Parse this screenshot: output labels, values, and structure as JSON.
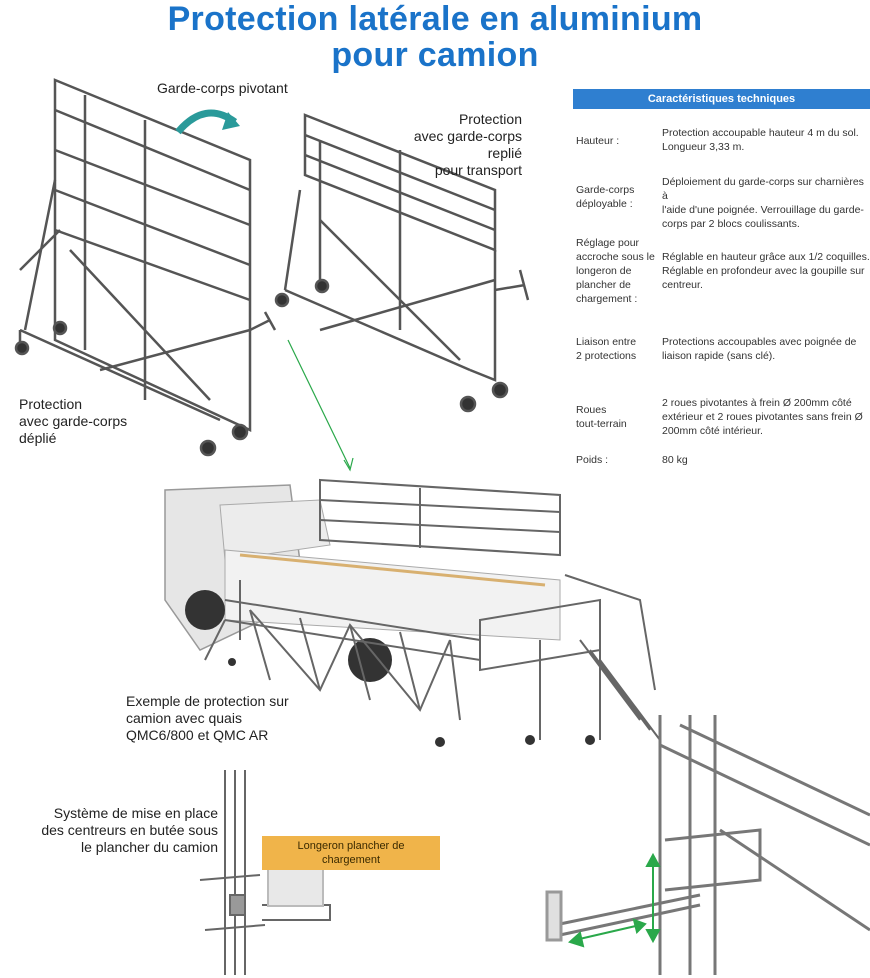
{
  "title": {
    "line1": "Protection latérale en aluminium",
    "line2": "pour camion"
  },
  "captions": {
    "pivot": "Garde-corps pivotant",
    "folded": [
      "Protection",
      "avec garde-corps",
      "replié",
      "pour transport"
    ],
    "unfolded": [
      "Protection",
      "avec garde-corps",
      "déplié"
    ],
    "truck": [
      "Exemple de protection sur",
      "camion avec quais",
      "QMC6/800 et QMC AR"
    ],
    "centering": [
      "Système de mise en place",
      "des centreurs en butée sous",
      "le plancher du camion"
    ]
  },
  "tag_label": [
    "Longeron plancher de",
    "chargement"
  ],
  "specs": {
    "header": "Caractéristiques techniques",
    "rows": [
      {
        "label": [
          "Hauteur :"
        ],
        "value": [
          "Protection accoupable hauteur 4 m du sol.",
          "Longueur 3,33 m."
        ]
      },
      {
        "label": [
          "Garde-corps",
          "déployable :"
        ],
        "value": [
          "Déploiement du garde-corps sur charnières à",
          "l'aide d'une poignée. Verrouillage du garde-",
          "corps par 2 blocs coulissants."
        ]
      },
      {
        "label": [
          "Réglage pour",
          "accroche sous le",
          "longeron de",
          "plancher de",
          "chargement :"
        ],
        "value": [
          "Réglable en hauteur grâce aux 1/2 coquilles.",
          "Réglable en profondeur avec la goupille sur",
          "centreur."
        ]
      },
      {
        "label": [
          "Liaison entre",
          "2 protections"
        ],
        "value": [
          "Protections accoupables avec poignée de",
          "liaison rapide (sans clé)."
        ]
      },
      {
        "label": [
          "Roues",
          "tout-terrain"
        ],
        "value": [
          "2 roues pivotantes à frein Ø 200mm côté",
          "extérieur et 2 roues pivotantes sans frein Ø",
          "200mm côté intérieur."
        ]
      },
      {
        "label": [
          "Poids :"
        ],
        "value": [
          "80 kg"
        ]
      }
    ]
  },
  "colors": {
    "title": "#1a73c9",
    "spec_header_bg": "#2f7fd0",
    "tag_bg": "#f0b44a",
    "frame": "#555555",
    "arrow_green": "#2aa84a",
    "pivot_arrow": "#2a9a9a"
  }
}
